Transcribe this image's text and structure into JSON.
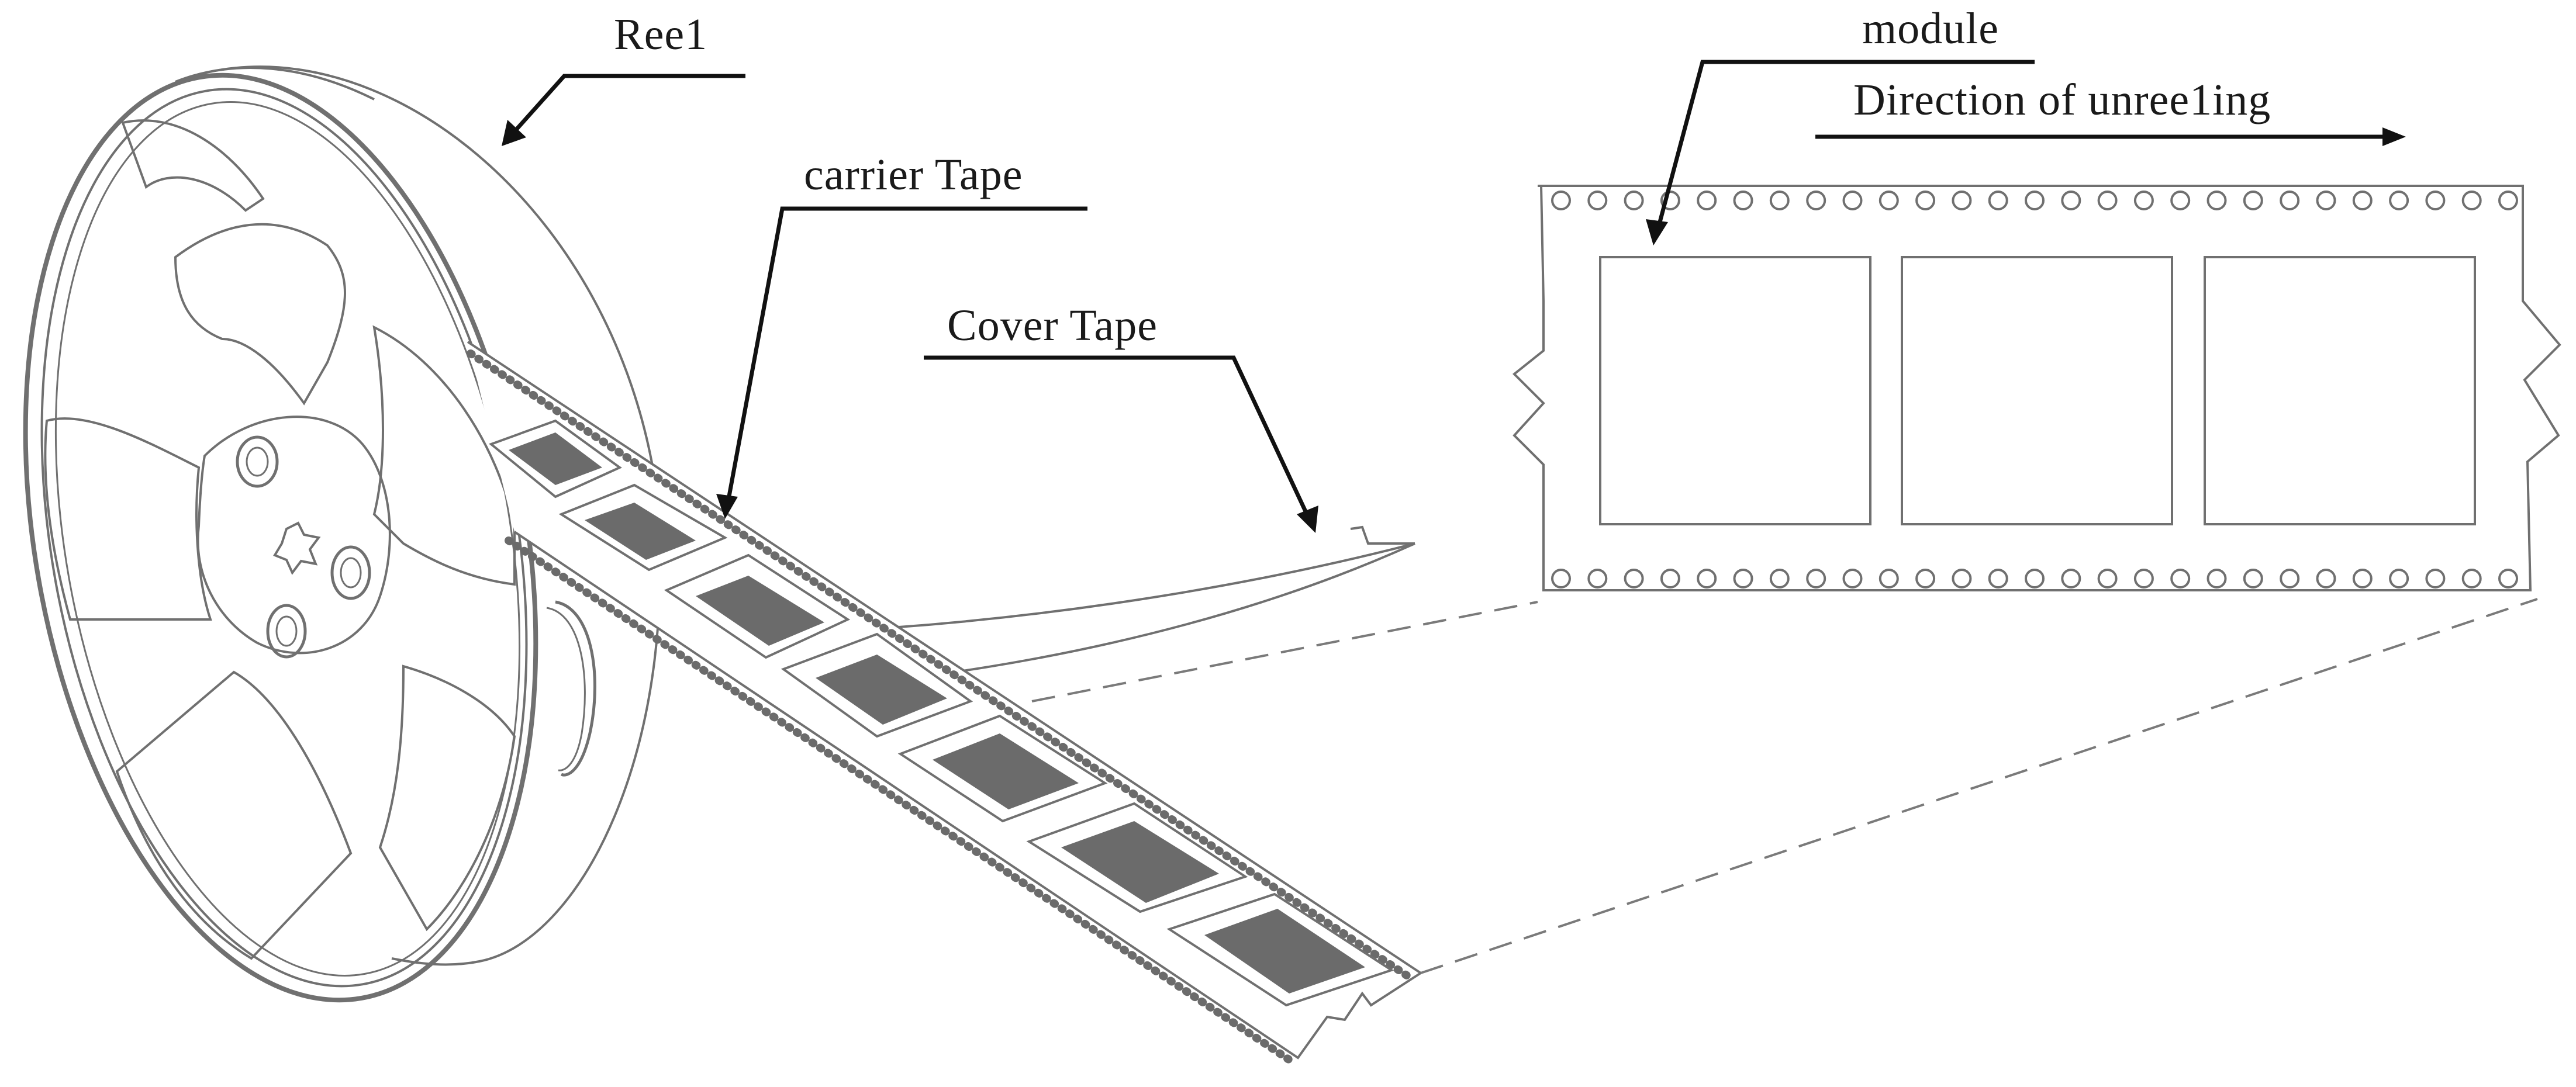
{
  "labels": {
    "reel": "Ree1",
    "carrier_tape": "carrier Tape",
    "cover_tape": "Cover Tape",
    "module": "module",
    "direction": "Direction of unree1ing"
  },
  "colors": {
    "outline": "#707070",
    "pocket_fill": "#6b6b6b",
    "leader": "#111111",
    "dashed": "#7a7a7a"
  },
  "detail_view": {
    "pockets_shown": 3,
    "sprocket_holes_per_row": 27
  },
  "tape_pockets_visible": 7
}
